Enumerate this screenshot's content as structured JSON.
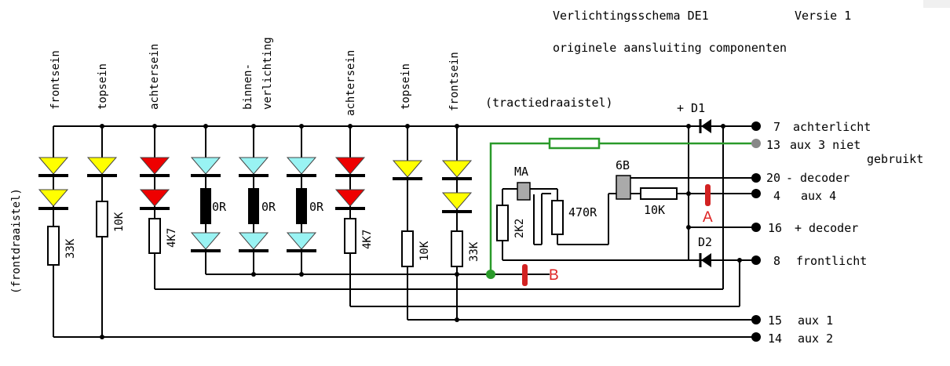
{
  "title": {
    "line1": "Verlichtingsschema DE1",
    "version": "Versie 1",
    "line2": "originele aansluiting componenten"
  },
  "labels": {
    "left_vertical": "(frontdraaistel)",
    "tractie": "(tractiedraaistel)",
    "d1": "+ D1",
    "d2": "D2",
    "ma": "MA",
    "sixb": "6B",
    "r470": "470R",
    "r10k_h": "10K",
    "r2k2": "2K2",
    "marker_a": "A",
    "marker_b": "B"
  },
  "columns": [
    {
      "label": "frontsein",
      "resistor": "33K"
    },
    {
      "label": "topsein",
      "resistor": "10K"
    },
    {
      "label": "achtersein",
      "resistor": "4K7"
    },
    {
      "label": "",
      "resistor": "0R"
    },
    {
      "label": "binnen-\nverlichting",
      "resistor": "0R"
    },
    {
      "label": "",
      "resistor": "0R"
    },
    {
      "label": "achtersein",
      "resistor": "4K7"
    },
    {
      "label": "topsein",
      "resistor": "10K"
    },
    {
      "label": "frontsein",
      "resistor": "33K"
    }
  ],
  "terminals": [
    {
      "num": "7",
      "name": "achterlicht"
    },
    {
      "num": "13",
      "name": "aux 3 niet"
    },
    {
      "num": "",
      "name": "gebruikt"
    },
    {
      "num": "20",
      "name": "- decoder"
    },
    {
      "num": "4",
      "name": "aux 4"
    },
    {
      "num": "16",
      "name": "+ decoder"
    },
    {
      "num": "8",
      "name": "frontlicht"
    },
    {
      "num": "15",
      "name": "aux 1"
    },
    {
      "num": "14",
      "name": "aux 2"
    }
  ],
  "colors": {
    "led_yellow": "#ffff00",
    "led_red": "#ee0000",
    "led_cyan": "#99f3f3",
    "wire_green": "#2a9a2a",
    "marker_red": "#d22222"
  }
}
